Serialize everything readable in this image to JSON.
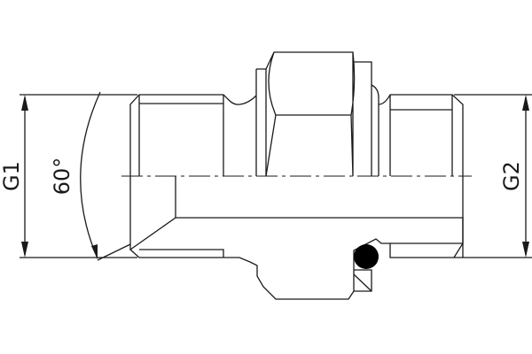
{
  "labels": {
    "left_diameter": "G1",
    "angle": "60°",
    "right_diameter": "G2"
  },
  "colors": {
    "line": "#1a1a1a",
    "background": "#ffffff",
    "o_ring": "#000000"
  }
}
